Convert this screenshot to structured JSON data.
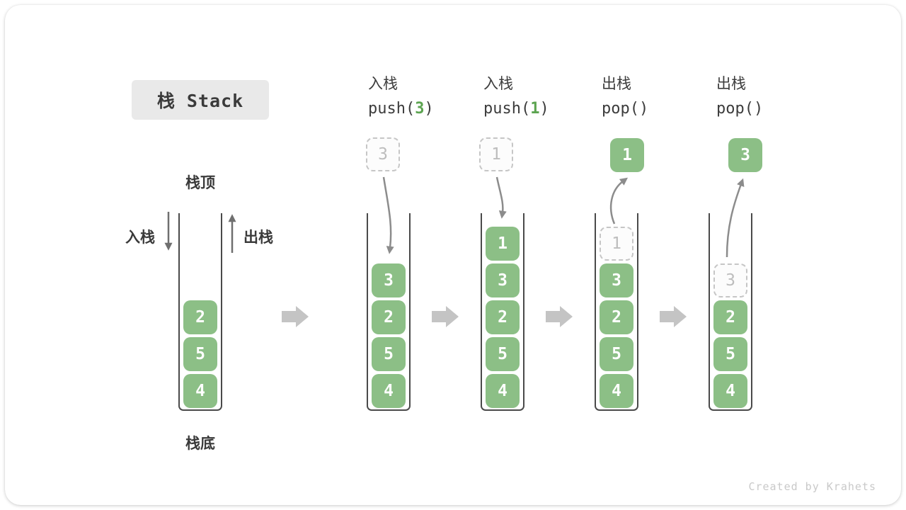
{
  "title": {
    "text": "栈 Stack"
  },
  "legend": {
    "stack_top": "栈顶",
    "stack_bottom": "栈底",
    "push_side": "入栈",
    "pop_side": "出栈"
  },
  "operations": [
    {
      "name": "入栈",
      "code_prefix": "push(",
      "code_arg": "3",
      "code_suffix": ")"
    },
    {
      "name": "入栈",
      "code_prefix": "push(",
      "code_arg": "1",
      "code_suffix": ")"
    },
    {
      "name": "出栈",
      "code_prefix": "pop(",
      "code_arg": "",
      "code_suffix": ")"
    },
    {
      "name": "出栈",
      "code_prefix": "pop(",
      "code_arg": "",
      "code_suffix": ")"
    }
  ],
  "floating_items": [
    {
      "value": "3",
      "style": "dashed"
    },
    {
      "value": "1",
      "style": "dashed"
    },
    {
      "value": "1",
      "style": "solid"
    },
    {
      "value": "3",
      "style": "solid"
    }
  ],
  "stacks": [
    {
      "cells": [
        {
          "value": "2"
        },
        {
          "value": "5"
        },
        {
          "value": "4"
        }
      ]
    },
    {
      "cells": [
        {
          "value": "3"
        },
        {
          "value": "2"
        },
        {
          "value": "5"
        },
        {
          "value": "4"
        }
      ]
    },
    {
      "cells": [
        {
          "value": "1"
        },
        {
          "value": "3"
        },
        {
          "value": "2"
        },
        {
          "value": "5"
        },
        {
          "value": "4"
        }
      ]
    },
    {
      "cells": [
        {
          "value": "1",
          "ghost": true
        },
        {
          "value": "3"
        },
        {
          "value": "2"
        },
        {
          "value": "5"
        },
        {
          "value": "4"
        }
      ]
    },
    {
      "cells": [
        {
          "value": "3",
          "ghost": true
        },
        {
          "value": "2"
        },
        {
          "value": "5"
        },
        {
          "value": "4"
        }
      ]
    }
  ],
  "watermark": "Created by Krahets",
  "colors": {
    "cell_green": "#8cbf86",
    "code_green": "#5ca450",
    "text_dark": "#3b3b3b",
    "curve_arrow_gray": "#8c8c8c",
    "direction_arrow_gray": "#6f6f6f",
    "block_arrow_gray": "#c4c4c4",
    "ghost_gray": "#bdbdbd",
    "title_bg": "#e9e9e9",
    "watermark_gray": "#c9c9c9"
  }
}
